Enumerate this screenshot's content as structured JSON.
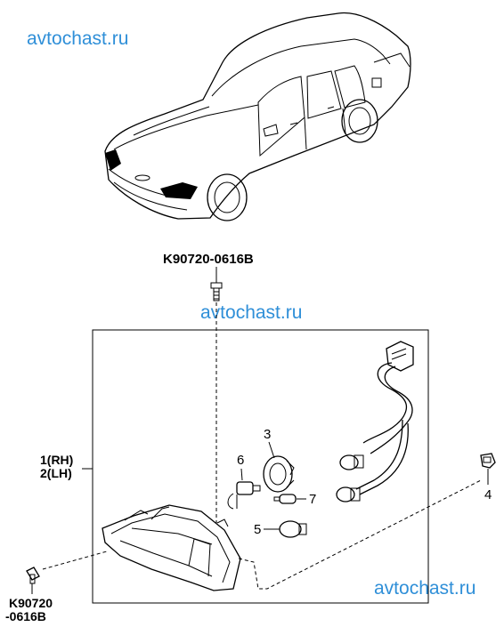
{
  "watermarks": [
    "avtochast.ru",
    "avtochast.ru",
    "avtochast.ru"
  ],
  "callouts": {
    "top_part_code": "K90720-0616B",
    "left_part_code_line1": "K90720",
    "left_part_code_line2": "-0616B",
    "assembly_rh": "1(RH)",
    "assembly_lh": "2(LH)",
    "part_3": "3",
    "part_4": "4",
    "part_5": "5",
    "part_6": "6",
    "part_7": "7"
  }
}
